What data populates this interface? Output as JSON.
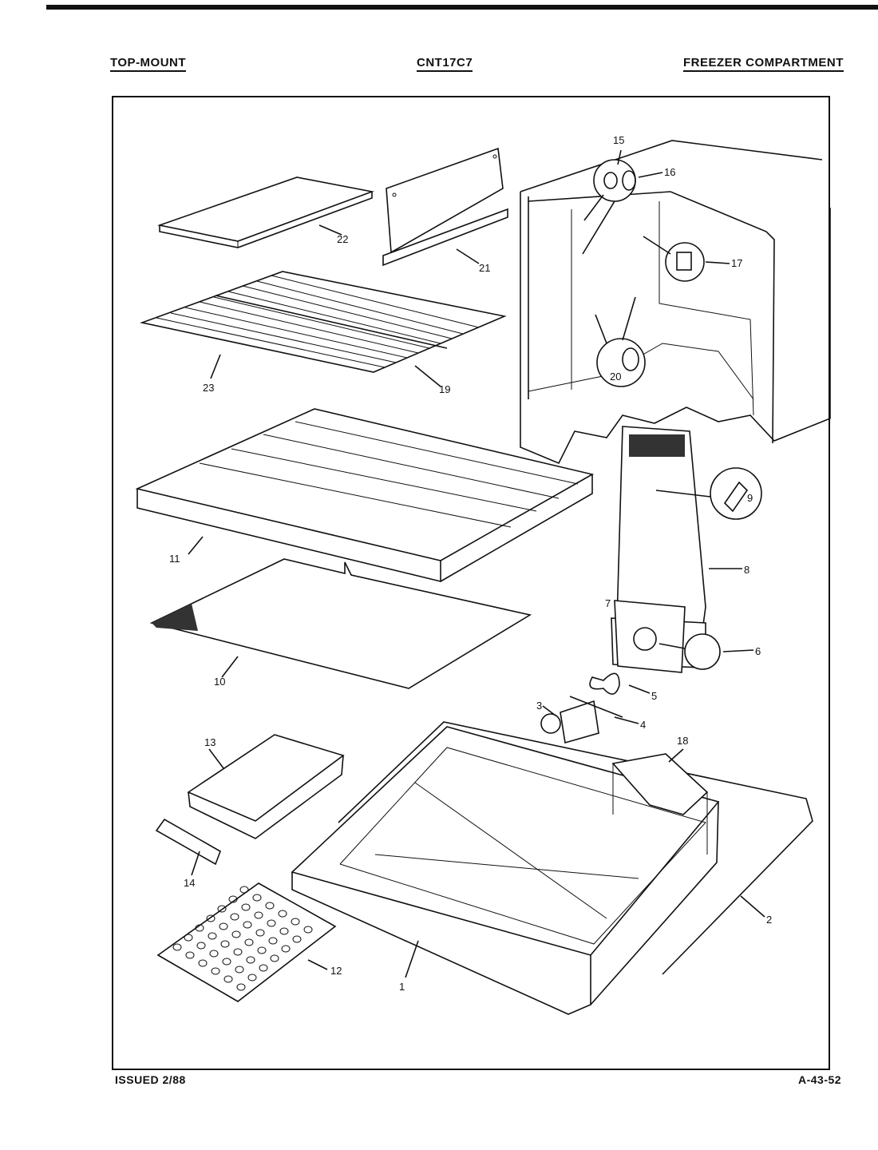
{
  "header": {
    "left": "TOP-MOUNT",
    "center": "CNT17C7",
    "right": "FREEZER COMPARTMENT"
  },
  "footer": {
    "issued": "ISSUED 2/88",
    "code": "A-43-52"
  },
  "callouts": {
    "c1": "1",
    "c2": "2",
    "c3": "3",
    "c4": "4",
    "c5": "5",
    "c6": "6",
    "c7": "7",
    "c8": "8",
    "c9": "9",
    "c10": "10",
    "c11": "11",
    "c12": "12",
    "c13": "13",
    "c14": "14",
    "c15": "15",
    "c16": "16",
    "c17": "17",
    "c18": "18",
    "c19": "19",
    "c20": "20",
    "c21": "21",
    "c22": "22",
    "c23": "23"
  }
}
